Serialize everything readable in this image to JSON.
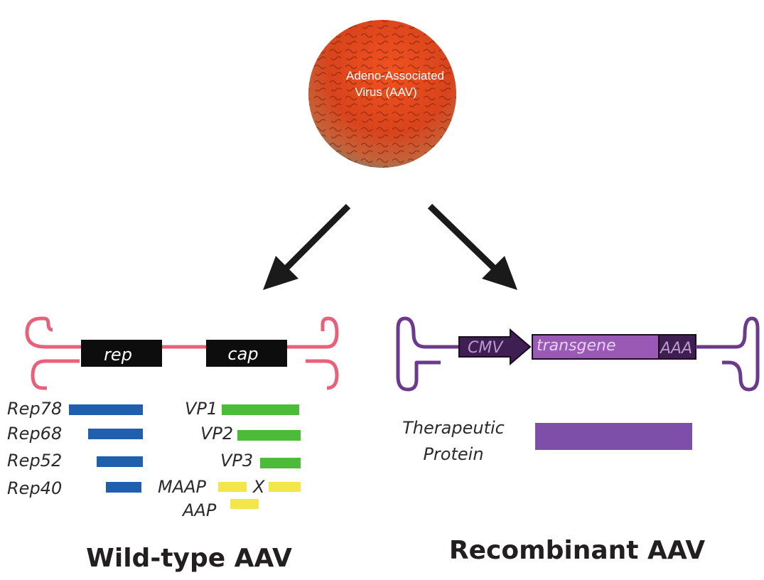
{
  "virus": {
    "label_line1": "Adeno-Associated",
    "label_line2": "Virus (AAV)"
  },
  "wild_type": {
    "title": "Wild-type AAV",
    "genes": {
      "rep": "rep",
      "cap": "cap"
    },
    "rep_products": [
      "Rep78",
      "Rep68",
      "Rep52",
      "Rep40"
    ],
    "cap_products": [
      "VP1",
      "VP2",
      "VP3"
    ],
    "accessory": {
      "maap": "MAAP",
      "x": "X",
      "aap": "AAP"
    }
  },
  "recombinant": {
    "title": "Recombinant AAV",
    "cassette": {
      "promoter": "CMV",
      "transgene": "transgene",
      "polya": "AAA"
    },
    "product_line1": "Therapeutic",
    "product_line2": "Protein"
  },
  "colors": {
    "wildtype_itr": "#e8617a",
    "recombinant_itr": "#6b3a8c",
    "rep_bar": "#1f5fae",
    "vp_bar": "#4dbb3a",
    "accessory_bar": "#f3e64a",
    "transgene": "#9b59b6",
    "protein_bar": "#7e4fa8",
    "virus": "#e0451c"
  }
}
